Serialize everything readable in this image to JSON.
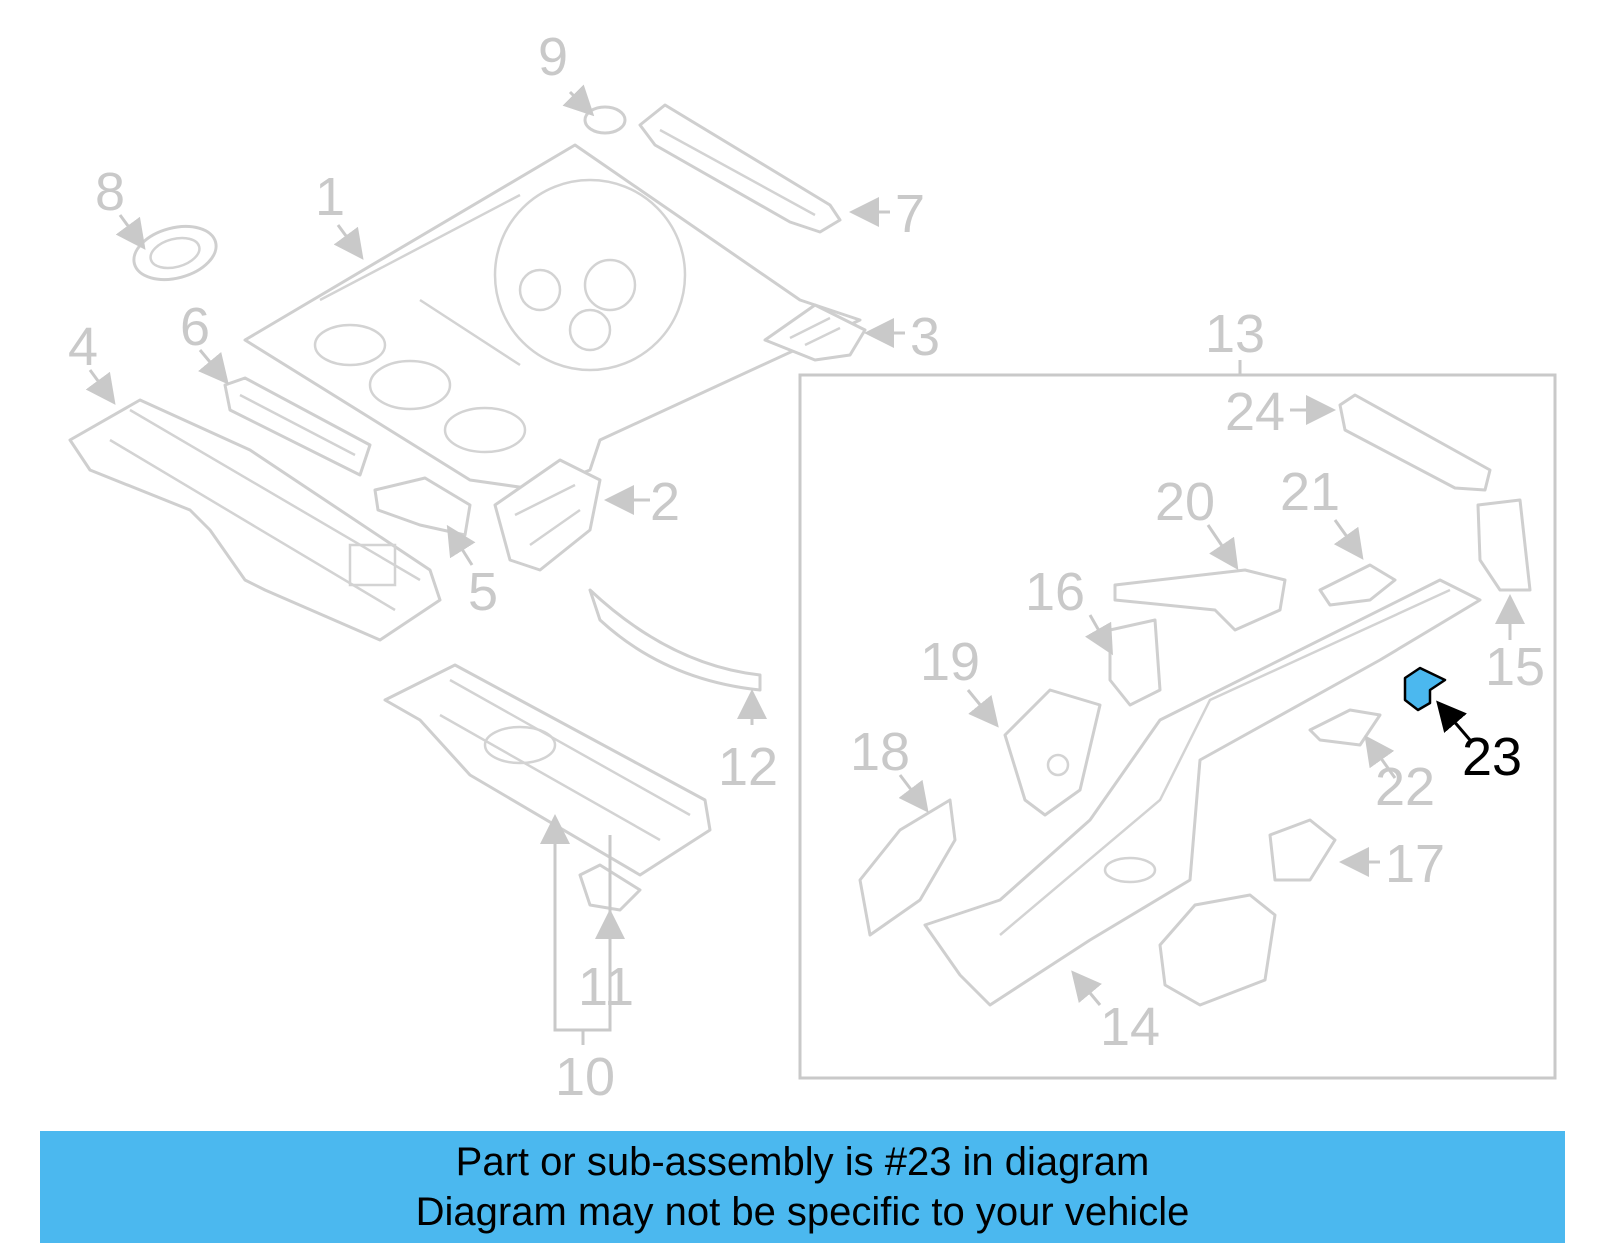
{
  "callouts": [
    "1",
    "2",
    "3",
    "4",
    "5",
    "6",
    "7",
    "8",
    "9",
    "10",
    "11",
    "12",
    "13",
    "14",
    "15",
    "16",
    "17",
    "18",
    "19",
    "20",
    "21",
    "22",
    "23",
    "24"
  ],
  "highlight": {
    "number": "23",
    "color": "#4bb8ef"
  },
  "banner": {
    "line1": "Part or sub-assembly is #23 in diagram",
    "line2": "Diagram may not be specific to your vehicle",
    "background": "#4bb8ef"
  }
}
